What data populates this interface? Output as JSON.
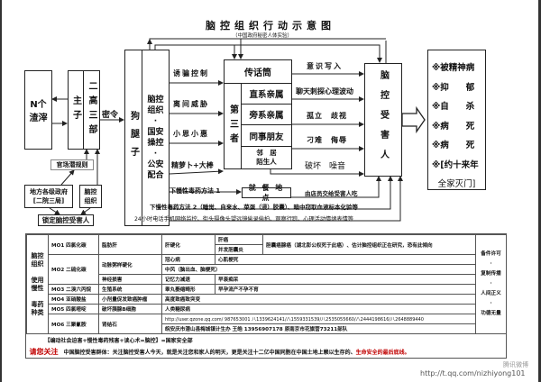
{
  "title": "脑控组织行动示意图",
  "subtitle": "（中国政府秘密人体实验）",
  "nodes": {
    "scum": "N个渣滓",
    "master": "主子",
    "dept": "二高三部",
    "secret_order": "密令",
    "henchman": "狗腿子",
    "org": [
      "脑控",
      "组织",
      "·",
      "国安",
      "操控",
      "·",
      "公安",
      "配合"
    ],
    "mouthpiece": "传话筒",
    "third_party": "第三者",
    "relations": [
      "直系亲属",
      "旁系亲属",
      "同事朋友"
    ],
    "neighbors": [
      "邻　居",
      "陌生人"
    ],
    "victim": "脑控受害人",
    "officialdom": "官场潜规则",
    "local_gov": [
      "地方各级政府",
      "[二院三局]"
    ],
    "brain_org": [
      "脑控",
      "组织"
    ],
    "target": "锁定脑控受害人"
  },
  "left_methods": [
    "诱骗控制",
    "离间威胁",
    "小恩小惠",
    "精萝卜+大棒"
  ],
  "right_methods": [
    "意识写入",
    "聊天刺探心理波动",
    "孤立　歧视",
    "刁难　侮辱",
    "破坏　噪音"
  ],
  "outcomes": [
    "※被精神病",
    "※抑　　郁",
    "※自　　杀",
    "※病　　死",
    "※病　　死",
    "※[约十来年",
    "全家灭门]"
  ],
  "bottom_paths": {
    "poison1": "下慢性毒药方法 1",
    "dining": "就 餐 地 点",
    "dining_note": "由店员交给受害人吃",
    "poison2": "下慢性毒药方法 2（睡觉、自来水、菜蛋（浸）胶囊）、暗中窃取血液标本化验等",
    "surveillance": "24小时电话手机网络监控、街头摄像头望远镜偷录偷拍、观察行踪、心理活动情绪表情等"
  },
  "table": {
    "side_label": [
      "脑控",
      "组织",
      "",
      "使用",
      "慢性",
      "",
      "毒药",
      "种类"
    ],
    "remark": [
      "备件许可",
      "·",
      "复制传播",
      "·",
      "人间正义",
      "·",
      "功德无量"
    ],
    "rows": {
      "mo1": "MO1 四氯化碳",
      "mo1_c": "脂肪肝",
      "mo1_d": "肝硬化",
      "mo1_e1": "肝癌",
      "mo1_e2": "并发胆囊炎",
      "mo1_f": "胆囊癌腺癌（湖北彭公权死于此癌）、估计脑控组织正在研究，恐有此倾向",
      "mo2": "MO2 二硫化碳",
      "mo2_c1": "动脉粥样硬化",
      "mo2_d1": "冠心病",
      "mo2_e1": "心肌梗死",
      "mo2_d2": "中风（脑出血、脑梗死）",
      "mo2_c3": "神经损害",
      "mo2_d3": "记忆力减退",
      "mo2_e3": "早衰痴呆",
      "mo3": "MO3 二溴六丙烷",
      "mo3_c": "生殖系统",
      "mo3_d": "睾丸萎缩畸形",
      "mo3_e": "早孕流产不孕不育",
      "mo4": "MO4 亚硝酸盐",
      "mo4_c": "小剂量促发致癌肿瘤",
      "mo4_d": "高度致癌致突变",
      "mo5": "MO5 四氯嘧啶",
      "mo5_c": "破坏胰腺B细胞",
      "mo5_d": "人类糖尿病",
      "mo6": "MO6 三聚氰胺",
      "mo6_c": "肾结石",
      "mo6_d1": "http://user.qzone.qq.com/ 987653001 八1339624141/八1559331539/八2535055660/八2444198616/八2648889440",
      "mo6_d2": "皖安庆市潜山县梅城镇计生办 王皓 13956907178 原南京市花旗营73211部队"
    },
    "formula": "【编动社会迫害+慢性毒药残害+读心术=脑控】=国家安全部",
    "notice_label": "请您关注",
    "notice_text": "中国脑控受害群体：关注脑控受害人今天，就是关注您和家人的明天，更是关注十二亿中国同胞在中国土地上赖以生存的、",
    "notice_red": "生命安全的最后底线。"
  },
  "watermark": {
    "logo": "腾讯微博",
    "url": "http://t.qq.com/nizhiyong101"
  },
  "colors": {
    "alert": "#c00000",
    "line": "#222222"
  }
}
